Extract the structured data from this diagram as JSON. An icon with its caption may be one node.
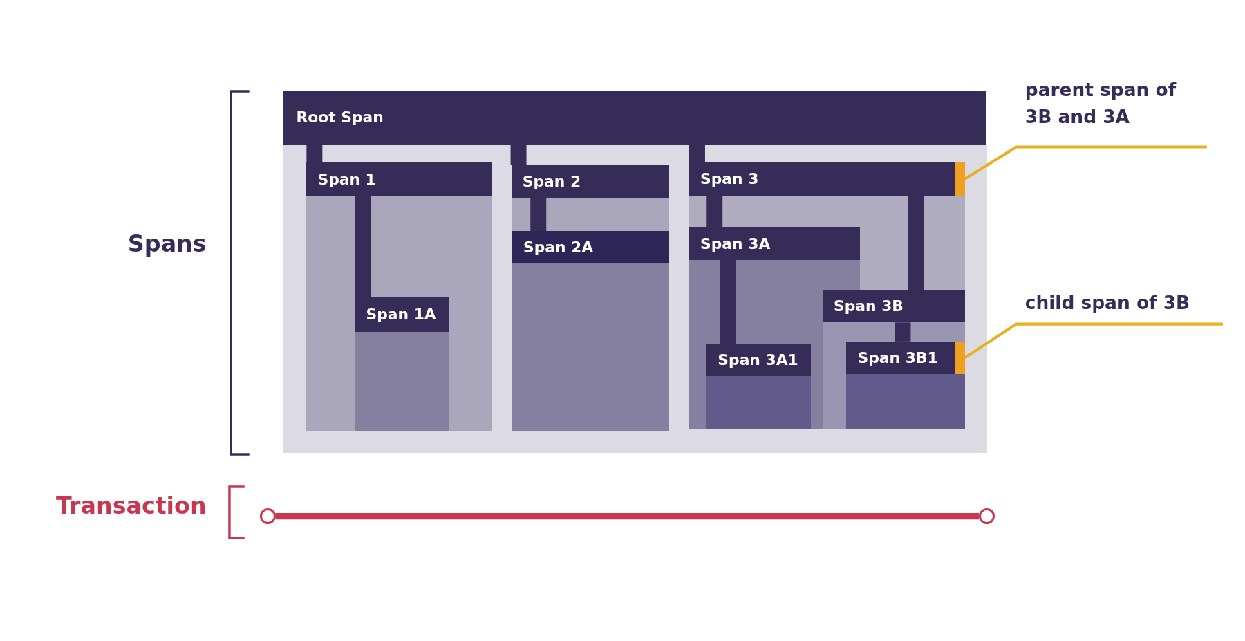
{
  "diagram": {
    "nodes": [
      {
        "text": [
          "Root Span"
        ]
      },
      {
        "text": [
          "Span 1"
        ]
      },
      {
        "text": [
          "Span 1A"
        ]
      },
      {
        "text": [
          "Span 2"
        ]
      },
      {
        "text": [
          "Span 2A"
        ]
      },
      {
        "text": [
          "Span 3"
        ]
      },
      {
        "text": [],
        "shape": "bar",
        "in": 5
      },
      {
        "text": [
          "Span 3A"
        ]
      },
      {
        "text": [
          "Span 3A1"
        ]
      },
      {
        "text": [
          "Span 3B"
        ]
      },
      {
        "text": [
          "Span 3B1"
        ]
      },
      {
        "text": [],
        "shape": "bar",
        "in": 10
      },
      {
        "text": [
          "parent span of 3B and 3A"
        ]
      },
      {
        "text": [
          "child span of 3B"
        ]
      },
      {
        "text": [],
        "shape": "circle"
      },
      {
        "text": [],
        "shape": "circle"
      }
    ],
    "edges": [
      {
        "from": 0,
        "to": 1,
        "arrow": "none"
      },
      {
        "from": 1,
        "to": 2,
        "arrow": "none"
      },
      {
        "from": 0,
        "to": 3,
        "arrow": "none"
      },
      {
        "from": 3,
        "to": 4,
        "arrow": "none"
      },
      {
        "from": 0,
        "to": 5,
        "arrow": "none"
      },
      {
        "from": 5,
        "to": 7,
        "arrow": "none"
      },
      {
        "from": 7,
        "to": 8,
        "arrow": "none"
      },
      {
        "from": 5,
        "to": 9,
        "arrow": "none"
      },
      {
        "from": 9,
        "to": 10,
        "arrow": "none"
      },
      {
        "from": 12,
        "to": 6,
        "arrow": "none",
        "color": "#e8b020"
      },
      {
        "from": 13,
        "to": 11,
        "arrow": "none",
        "color": "#e8b020"
      },
      {
        "from": 14,
        "to": 15,
        "arrow": "none",
        "color": "#c8374f"
      }
    ],
    "labels": [
      "Spans",
      "Transaction"
    ]
  }
}
